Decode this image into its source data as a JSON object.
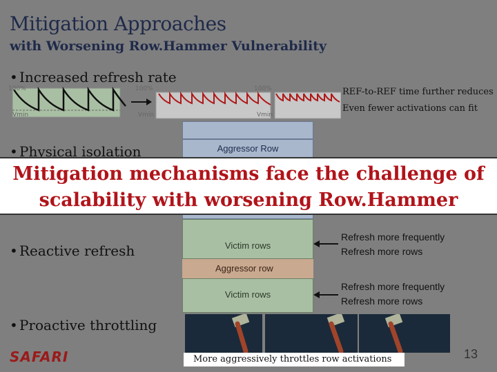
{
  "slide": {
    "title": "Mitigation Approaches",
    "subtitle": "with Worsening Row.Hammer Vulnerability",
    "page_number": "13",
    "logo_text": "SAFARI"
  },
  "bullets": {
    "refresh_rate": "Increased refresh rate",
    "physical_isolation": "Physical isolation",
    "reactive_refresh": "Reactive refresh",
    "proactive_throttling": "Proactive throttling"
  },
  "refresh_panels": {
    "max_label": "100%",
    "min_label": "Vmin",
    "note_line1": "REF-to-REF time further reduces",
    "note_line2": "Even fewer activations can fit"
  },
  "isolation": {
    "aggressor_row": "Aggressor Row"
  },
  "banner": {
    "line1": "Mitigation mechanisms face the challenge of",
    "line2": "scalability with worsening Row.Hammer"
  },
  "reactive": {
    "victim_rows_top": "Victim rows",
    "aggressor_row": "Aggressor row",
    "victim_rows_bottom": "Victim rows",
    "note_top_line1": "Refresh more frequently",
    "note_top_line2": "Refresh more rows",
    "note_bottom_line1": "Refresh more frequently",
    "note_bottom_line2": "Refresh more rows"
  },
  "throttling": {
    "caption": "More aggressively throttles row activations"
  },
  "colors": {
    "title": "#1f2a4a",
    "banner_text": "#b0141a",
    "curve_black": "#111111",
    "curve_red": "#b01818",
    "victim_green": "#a9bfa3",
    "aggressor_tan": "#c9a98f",
    "isolation_blue": "#a8b7cc"
  }
}
